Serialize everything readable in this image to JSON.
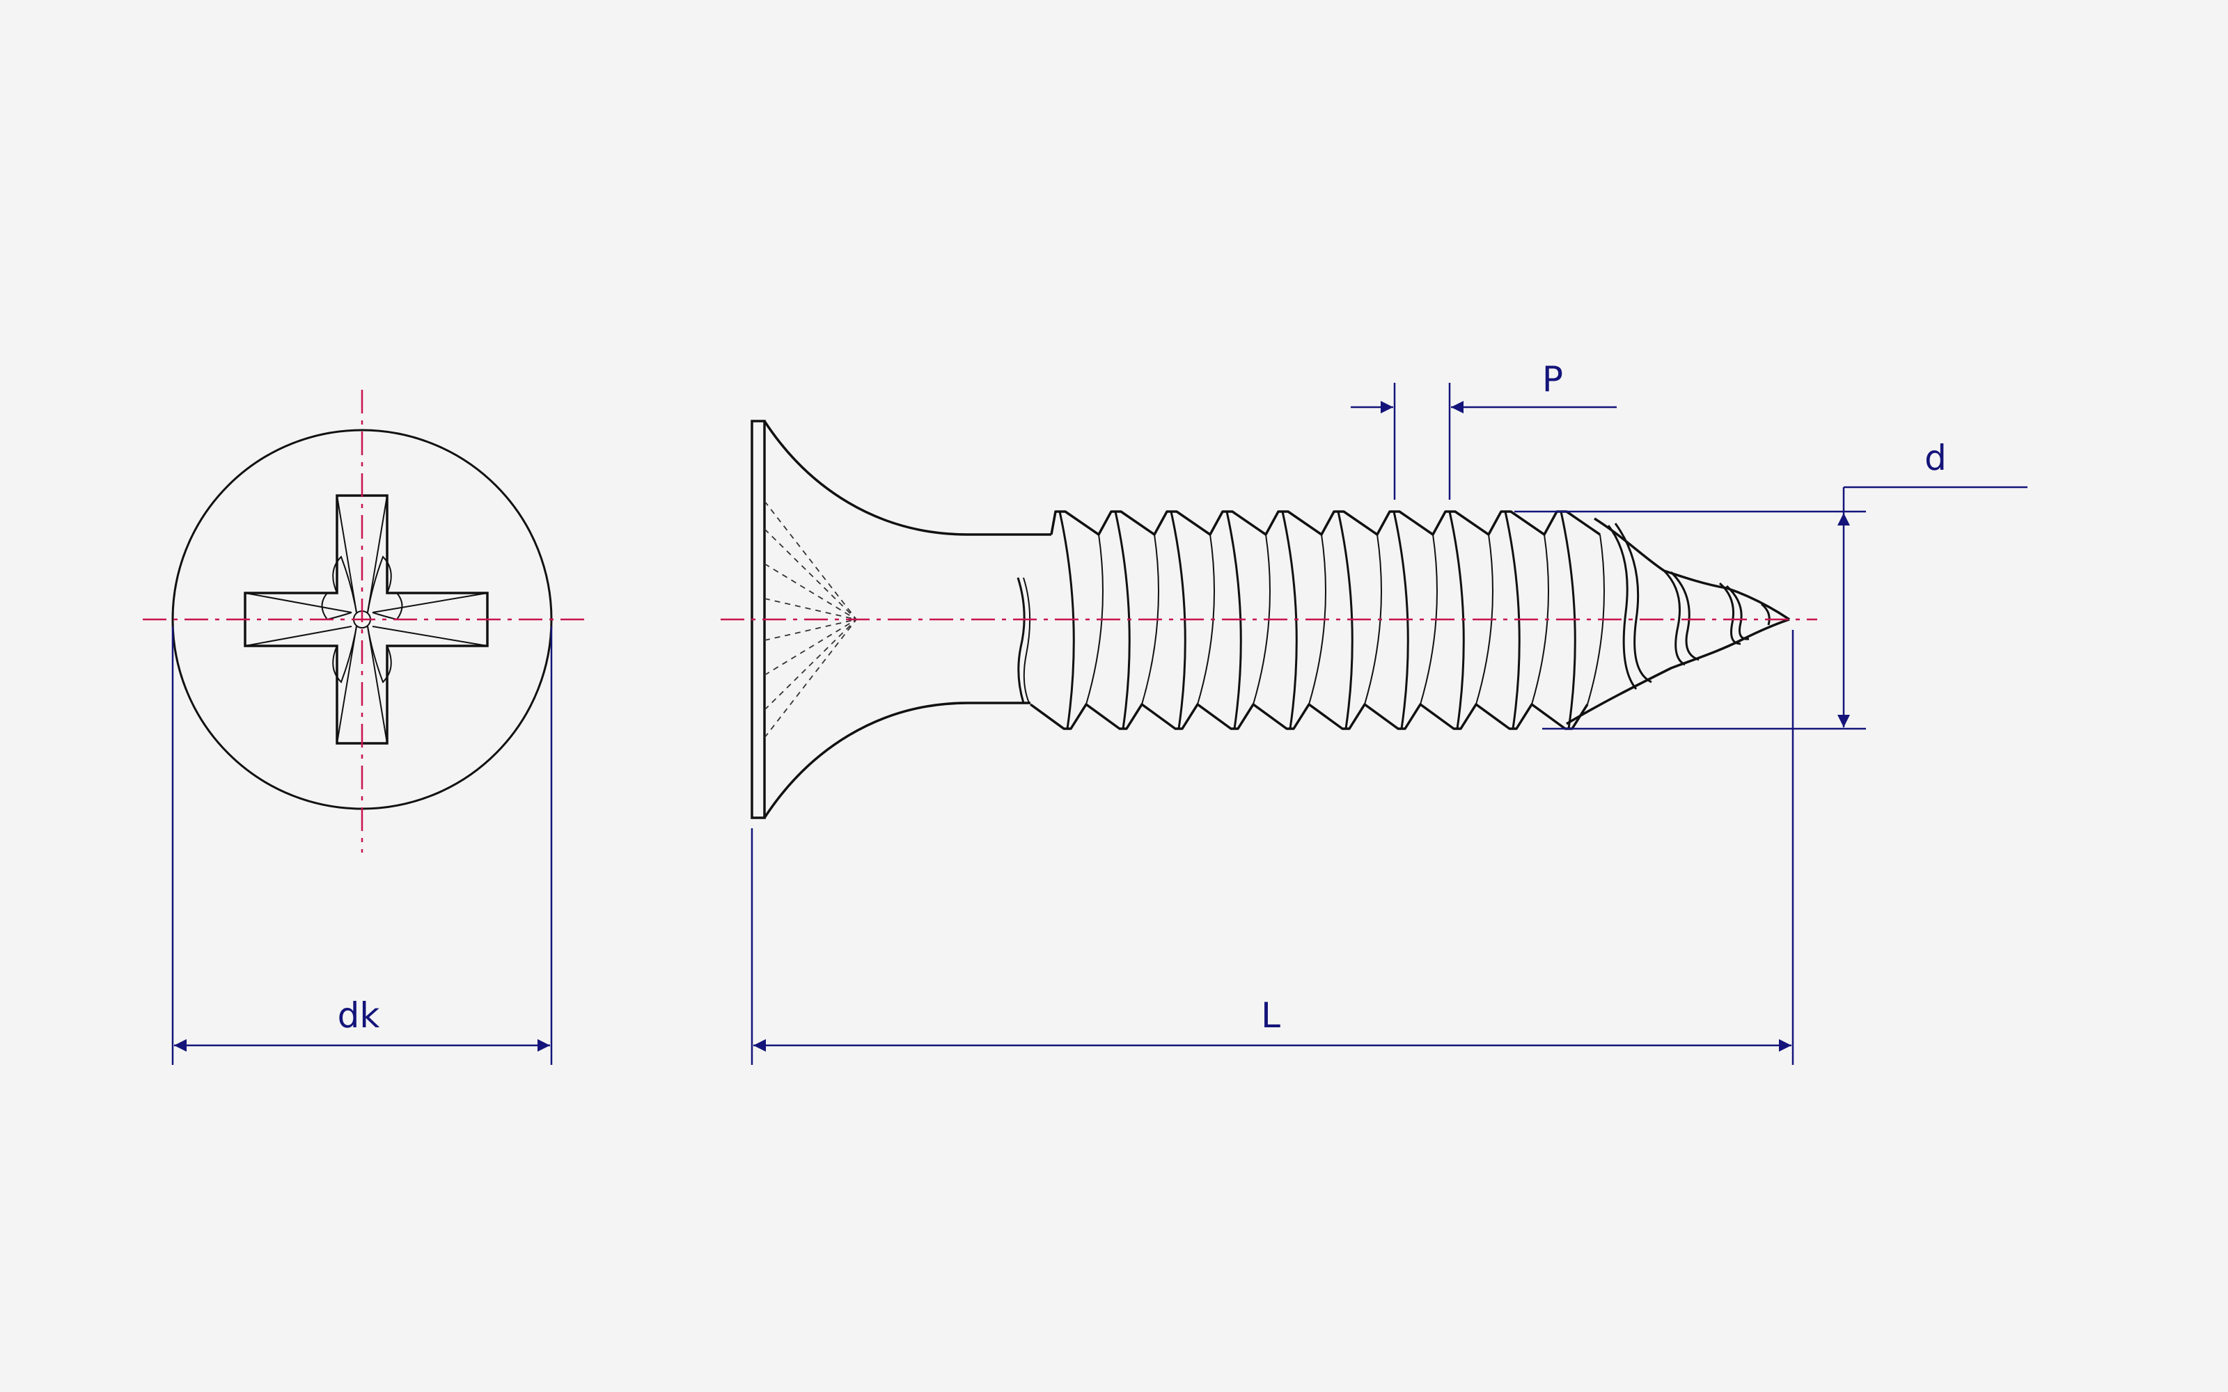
{
  "labels": {
    "head_diameter": "dk",
    "length": "L",
    "pitch": "P",
    "thread_diameter": "d"
  },
  "colors": {
    "background": "#f4f4f4",
    "outline": "#111111",
    "dimension": "#14147a",
    "centerline": "#c8144e"
  }
}
